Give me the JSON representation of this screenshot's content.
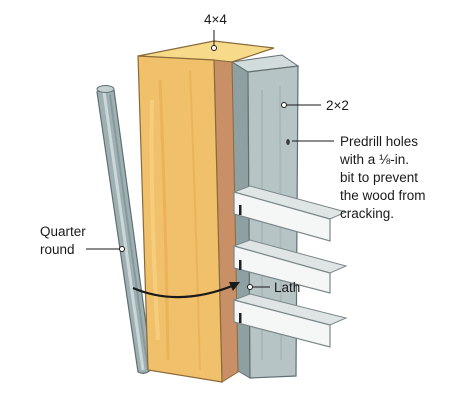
{
  "labels": {
    "post": "4×4",
    "stud": "2×2",
    "quarter_round_line1": "Quarter",
    "quarter_round_line2": "round",
    "lath": "Lath",
    "note_line1": "Predrill holes",
    "note_line2": "with a ⅛-in.",
    "note_line3": "bit to prevent",
    "note_line4": "the wood from",
    "note_line5": "cracking."
  },
  "colors": {
    "post_front": "#f1c06a",
    "post_top": "#f7db8a",
    "post_side": "#c98f66",
    "stud_front": "#b7c4c6",
    "stud_side": "#8fa0a3",
    "quarter_round": "#9fb0b3",
    "lath_face": "#f5f6f6",
    "lath_edge": "#c4cbcc",
    "arrow": "#1a1a1a"
  }
}
